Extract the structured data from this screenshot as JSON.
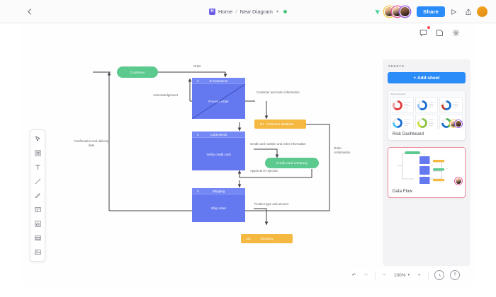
{
  "topbar": {
    "back_icon": "chevron-left-icon",
    "breadcrumb": {
      "logo_letter": "H",
      "home": "Home",
      "separator": "/",
      "current": "New Diagram",
      "caret": "▾"
    },
    "share_label": "Share",
    "icons": [
      "cursor-icon",
      "present-icon",
      "export-icon"
    ],
    "collaborators": [
      "collaborator-1",
      "collaborator-2",
      "collaborator-3"
    ],
    "me_avatar": "current-user-avatar"
  },
  "canvas_tools": [
    {
      "name": "comment-icon",
      "badge": true
    },
    {
      "name": "page-icon",
      "badge": false
    },
    {
      "name": "settings-gear-icon",
      "badge": false
    }
  ],
  "tool_rail": [
    {
      "name": "select-cursor-tool",
      "glyph": "cursor"
    },
    {
      "name": "shapes-tool",
      "glyph": "shapes"
    },
    {
      "name": "text-tool",
      "glyph": "T"
    },
    {
      "name": "line-tool",
      "glyph": "line"
    },
    {
      "name": "pen-tool",
      "glyph": "pen"
    },
    {
      "name": "table-tool",
      "glyph": "table"
    },
    {
      "name": "chart-tool",
      "glyph": "chart"
    },
    {
      "name": "frame-tool",
      "glyph": "frame"
    },
    {
      "name": "image-tool",
      "glyph": "image"
    }
  ],
  "diagram": {
    "title": "Data Flow",
    "colors": {
      "external_entity": "#5cc98e",
      "process": "#6478f0",
      "process_header": "#7488f5",
      "data_store": "#f5b942",
      "connector": "#3f3f46"
    },
    "external_entities": [
      {
        "id": "customer",
        "label": "Customer"
      },
      {
        "id": "credit-card-company",
        "label": "Credit card company"
      }
    ],
    "processes": [
      {
        "id": "p1",
        "number": "1",
        "title": "E-Commerce",
        "body": "Process order"
      },
      {
        "id": "p2",
        "number": "2",
        "title": "Cybercheck",
        "body": "Verify credit card"
      },
      {
        "id": "p3",
        "number": "3",
        "title": "Shipping",
        "body": "Ship order"
      }
    ],
    "data_stores": [
      {
        "id": "d1",
        "number": "D1",
        "title": "Customer database"
      },
      {
        "id": "d2",
        "number": "D2",
        "title": "Inventory"
      }
    ],
    "flows": [
      {
        "id": "f-order",
        "label": "Order"
      },
      {
        "id": "f-ack",
        "label": "Acknowledgement"
      },
      {
        "id": "f-cust-order-info",
        "label": "Customer and order information"
      },
      {
        "id": "f-cc-info",
        "label": "Credit card number and order information"
      },
      {
        "id": "f-approval",
        "label": "Approval or rejection"
      },
      {
        "id": "f-product",
        "label": "Product type and amount"
      },
      {
        "id": "f-confirmation",
        "label": "Confirmation and delivery date"
      },
      {
        "id": "f-order-confirmation",
        "label": "Order confirmation"
      }
    ]
  },
  "sheets_panel": {
    "heading": "SHEETS",
    "add_button": "+ Add sheet",
    "sheets": [
      {
        "name": "Risk Dashboard",
        "selected": false,
        "viewers": 2
      },
      {
        "name": "Data Flow",
        "selected": true,
        "viewers": 1
      }
    ]
  },
  "bottombar": {
    "undo": "↶",
    "redo": "↷",
    "zoom_out": "−",
    "zoom_level": "100%",
    "zoom_caret": "▾",
    "zoom_in": "+",
    "history_icon": "history-clock-icon",
    "help_icon": "help-question-icon"
  }
}
